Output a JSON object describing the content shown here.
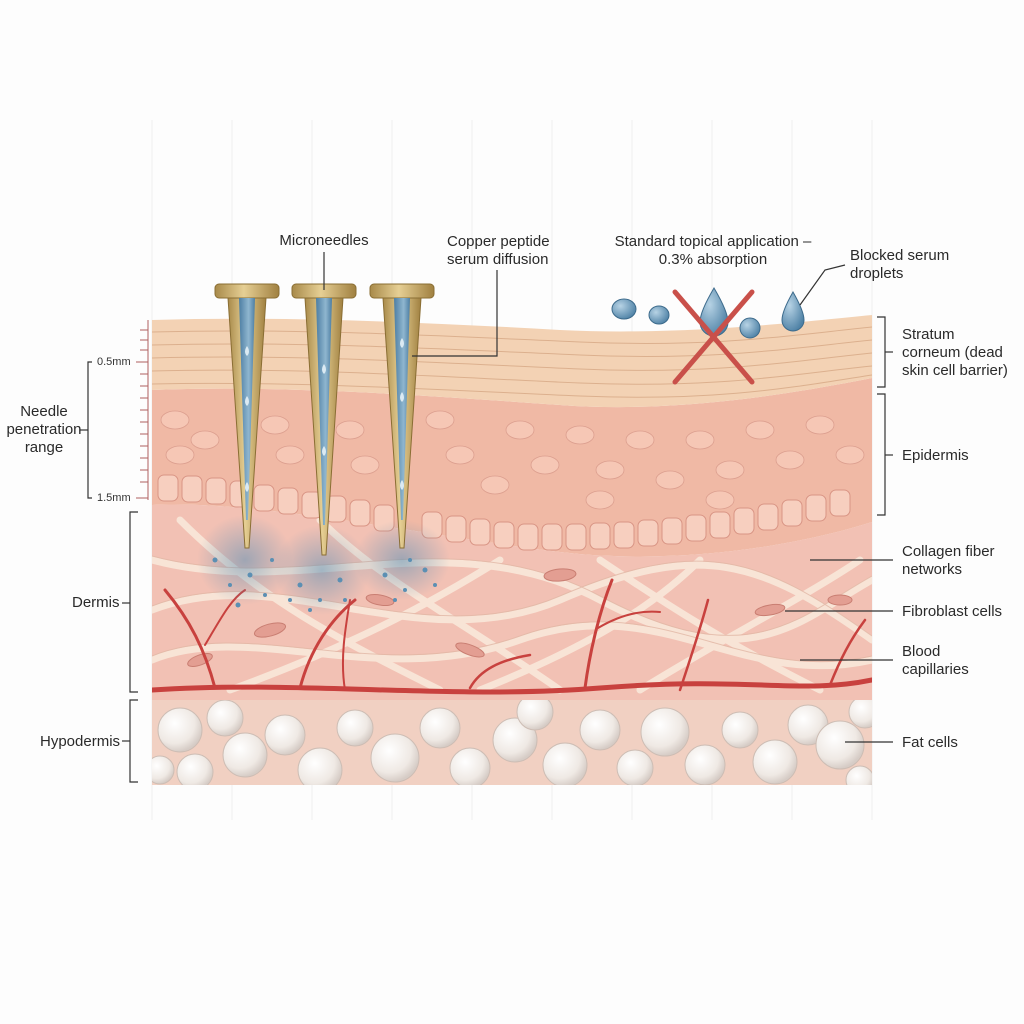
{
  "labels": {
    "microneedles": "Microneedles",
    "copper_peptide": "Copper peptide\nserum diffusion",
    "standard_topical": "Standard topical application –\n0.3% absorption",
    "blocked_serum": "Blocked serum\ndroplets",
    "stratum_corneum": "Stratum\ncorneum (dead\nskin cell barrier)",
    "epidermis": "Epidermis",
    "collagen": "Collagen fiber\nnetworks",
    "fibroblast": "Fibroblast cells",
    "capillaries": "Blood\ncapillaries",
    "fat_cells": "Fat cells",
    "needle_range": "Needle\npenetration\nrange",
    "dermis": "Dermis",
    "hypodermis": "Hypodermis",
    "depth_top": "0.5mm",
    "depth_bottom": "1.5mm"
  },
  "colors": {
    "stratum": "#f3d2b4",
    "epidermis": "#f0b9a5",
    "dermis": "#f2c1b4",
    "hypodermis": "#f1d0c2",
    "vessel": "#c8413e",
    "needle_gold": "#c9a862",
    "serum_blue": "#5b8fb3",
    "cross_red": "#c9504a"
  }
}
